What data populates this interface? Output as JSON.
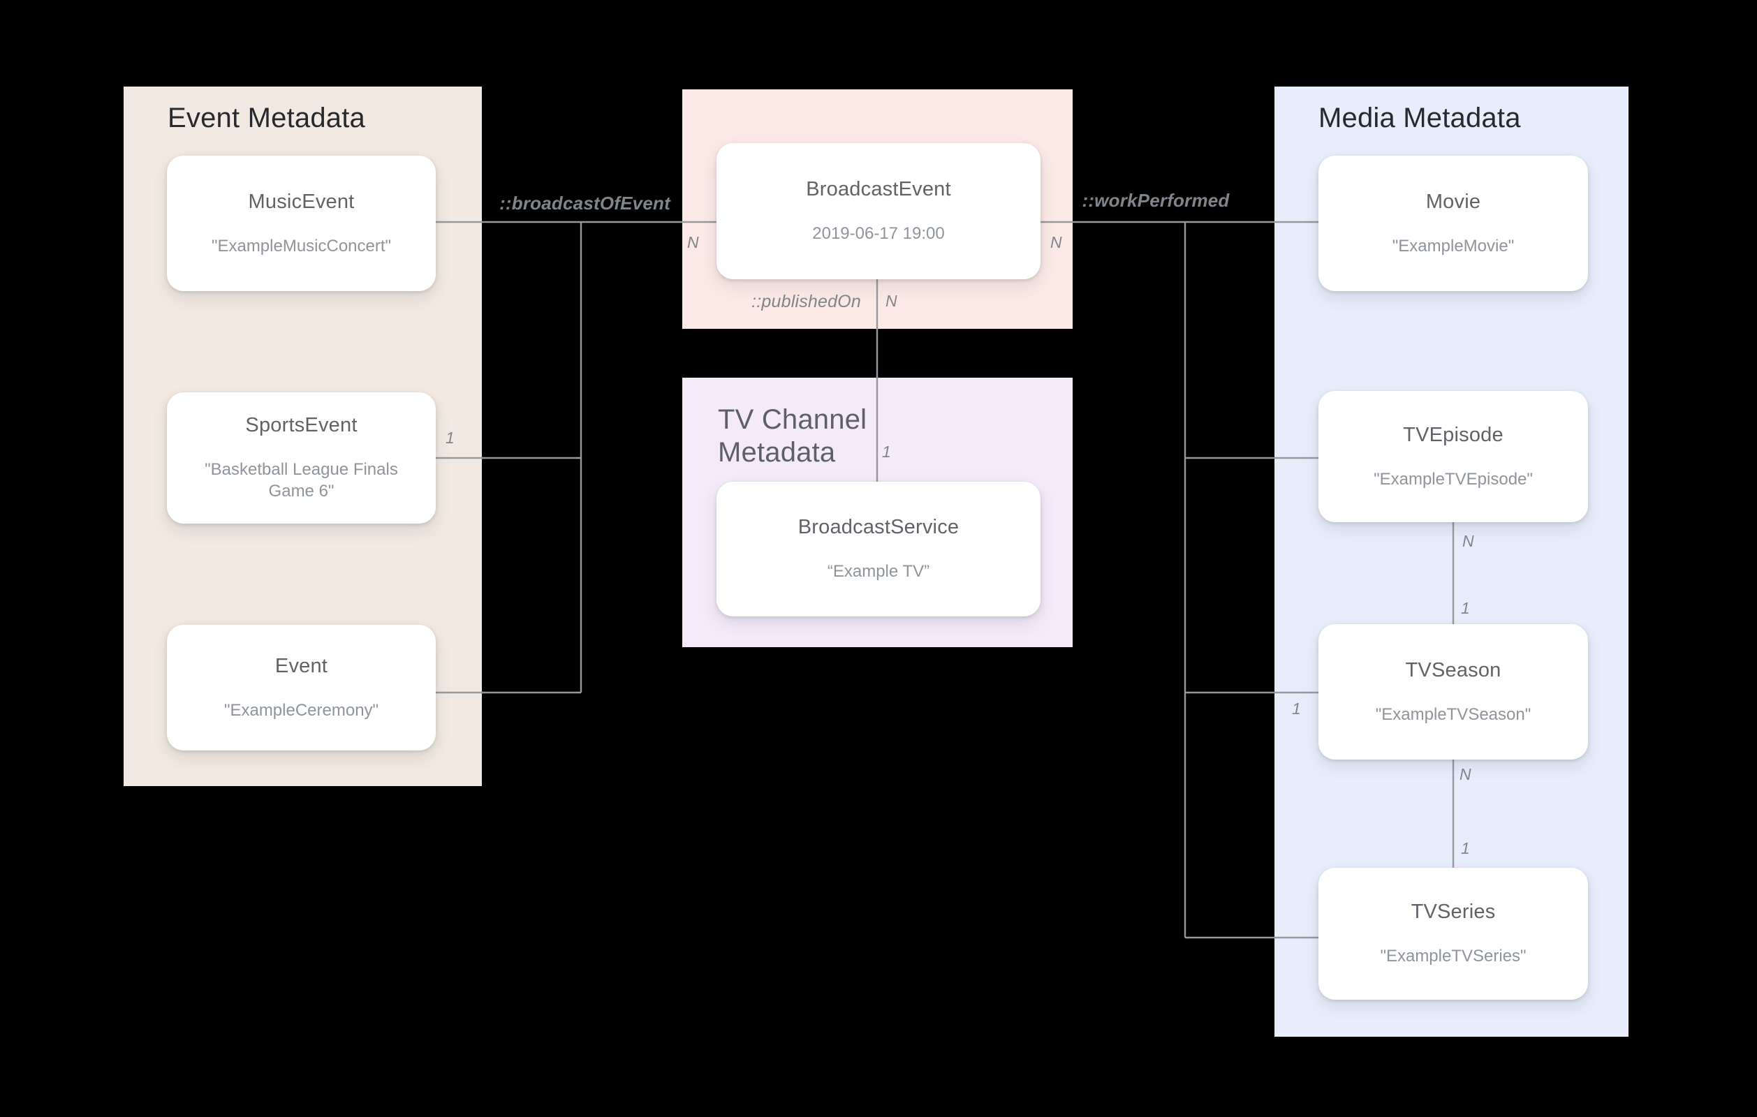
{
  "diagram": {
    "background_color": "#000000",
    "line_color": "#97999D",
    "panel_colors": {
      "event_metadata": "#F2E9E2",
      "broadcast_event": "#FCE9E6",
      "tv_channel_metadata": "#F4EAFA",
      "media_metadata": "#E7EDFB"
    }
  },
  "panels": {
    "event": {
      "title": "Event Metadata"
    },
    "tv": {
      "title": "TV Channel\nMetadata"
    },
    "media": {
      "title": "Media Metadata"
    }
  },
  "nodes": {
    "music_event": {
      "title": "MusicEvent",
      "subtitle": "\"ExampleMusicConcert\""
    },
    "sports_event": {
      "title": "SportsEvent",
      "subtitle": "\"Basketball League Finals Game 6\""
    },
    "event": {
      "title": "Event",
      "subtitle": "\"ExampleCeremony\""
    },
    "broadcast_event": {
      "title": "BroadcastEvent",
      "subtitle": "2019-06-17 19:00"
    },
    "broadcast_service": {
      "title": "BroadcastService",
      "subtitle": "“Example TV”"
    },
    "movie": {
      "title": "Movie",
      "subtitle": "\"ExampleMovie\""
    },
    "tv_episode": {
      "title": "TVEpisode",
      "subtitle": "\"ExampleTVEpisode\""
    },
    "tv_season": {
      "title": "TVSeason",
      "subtitle": "\"ExampleTVSeason\""
    },
    "tv_series": {
      "title": "TVSeries",
      "subtitle": "\"ExampleTVSeries\""
    }
  },
  "edges": {
    "broadcast_of_event": {
      "label": "::broadcastOfEvent"
    },
    "work_performed": {
      "label": "::workPerformed"
    },
    "published_on": {
      "label": "::publishedOn"
    }
  },
  "cardinalities": {
    "broadcast_event_left_n": "N",
    "broadcast_event_right_n": "N",
    "sports_event_1": "1",
    "published_on_n": "N",
    "broadcast_service_1": "1",
    "tv_season_1": "1",
    "episode_season_n": "N",
    "episode_season_1": "1",
    "season_series_n": "N",
    "season_series_1": "1"
  }
}
